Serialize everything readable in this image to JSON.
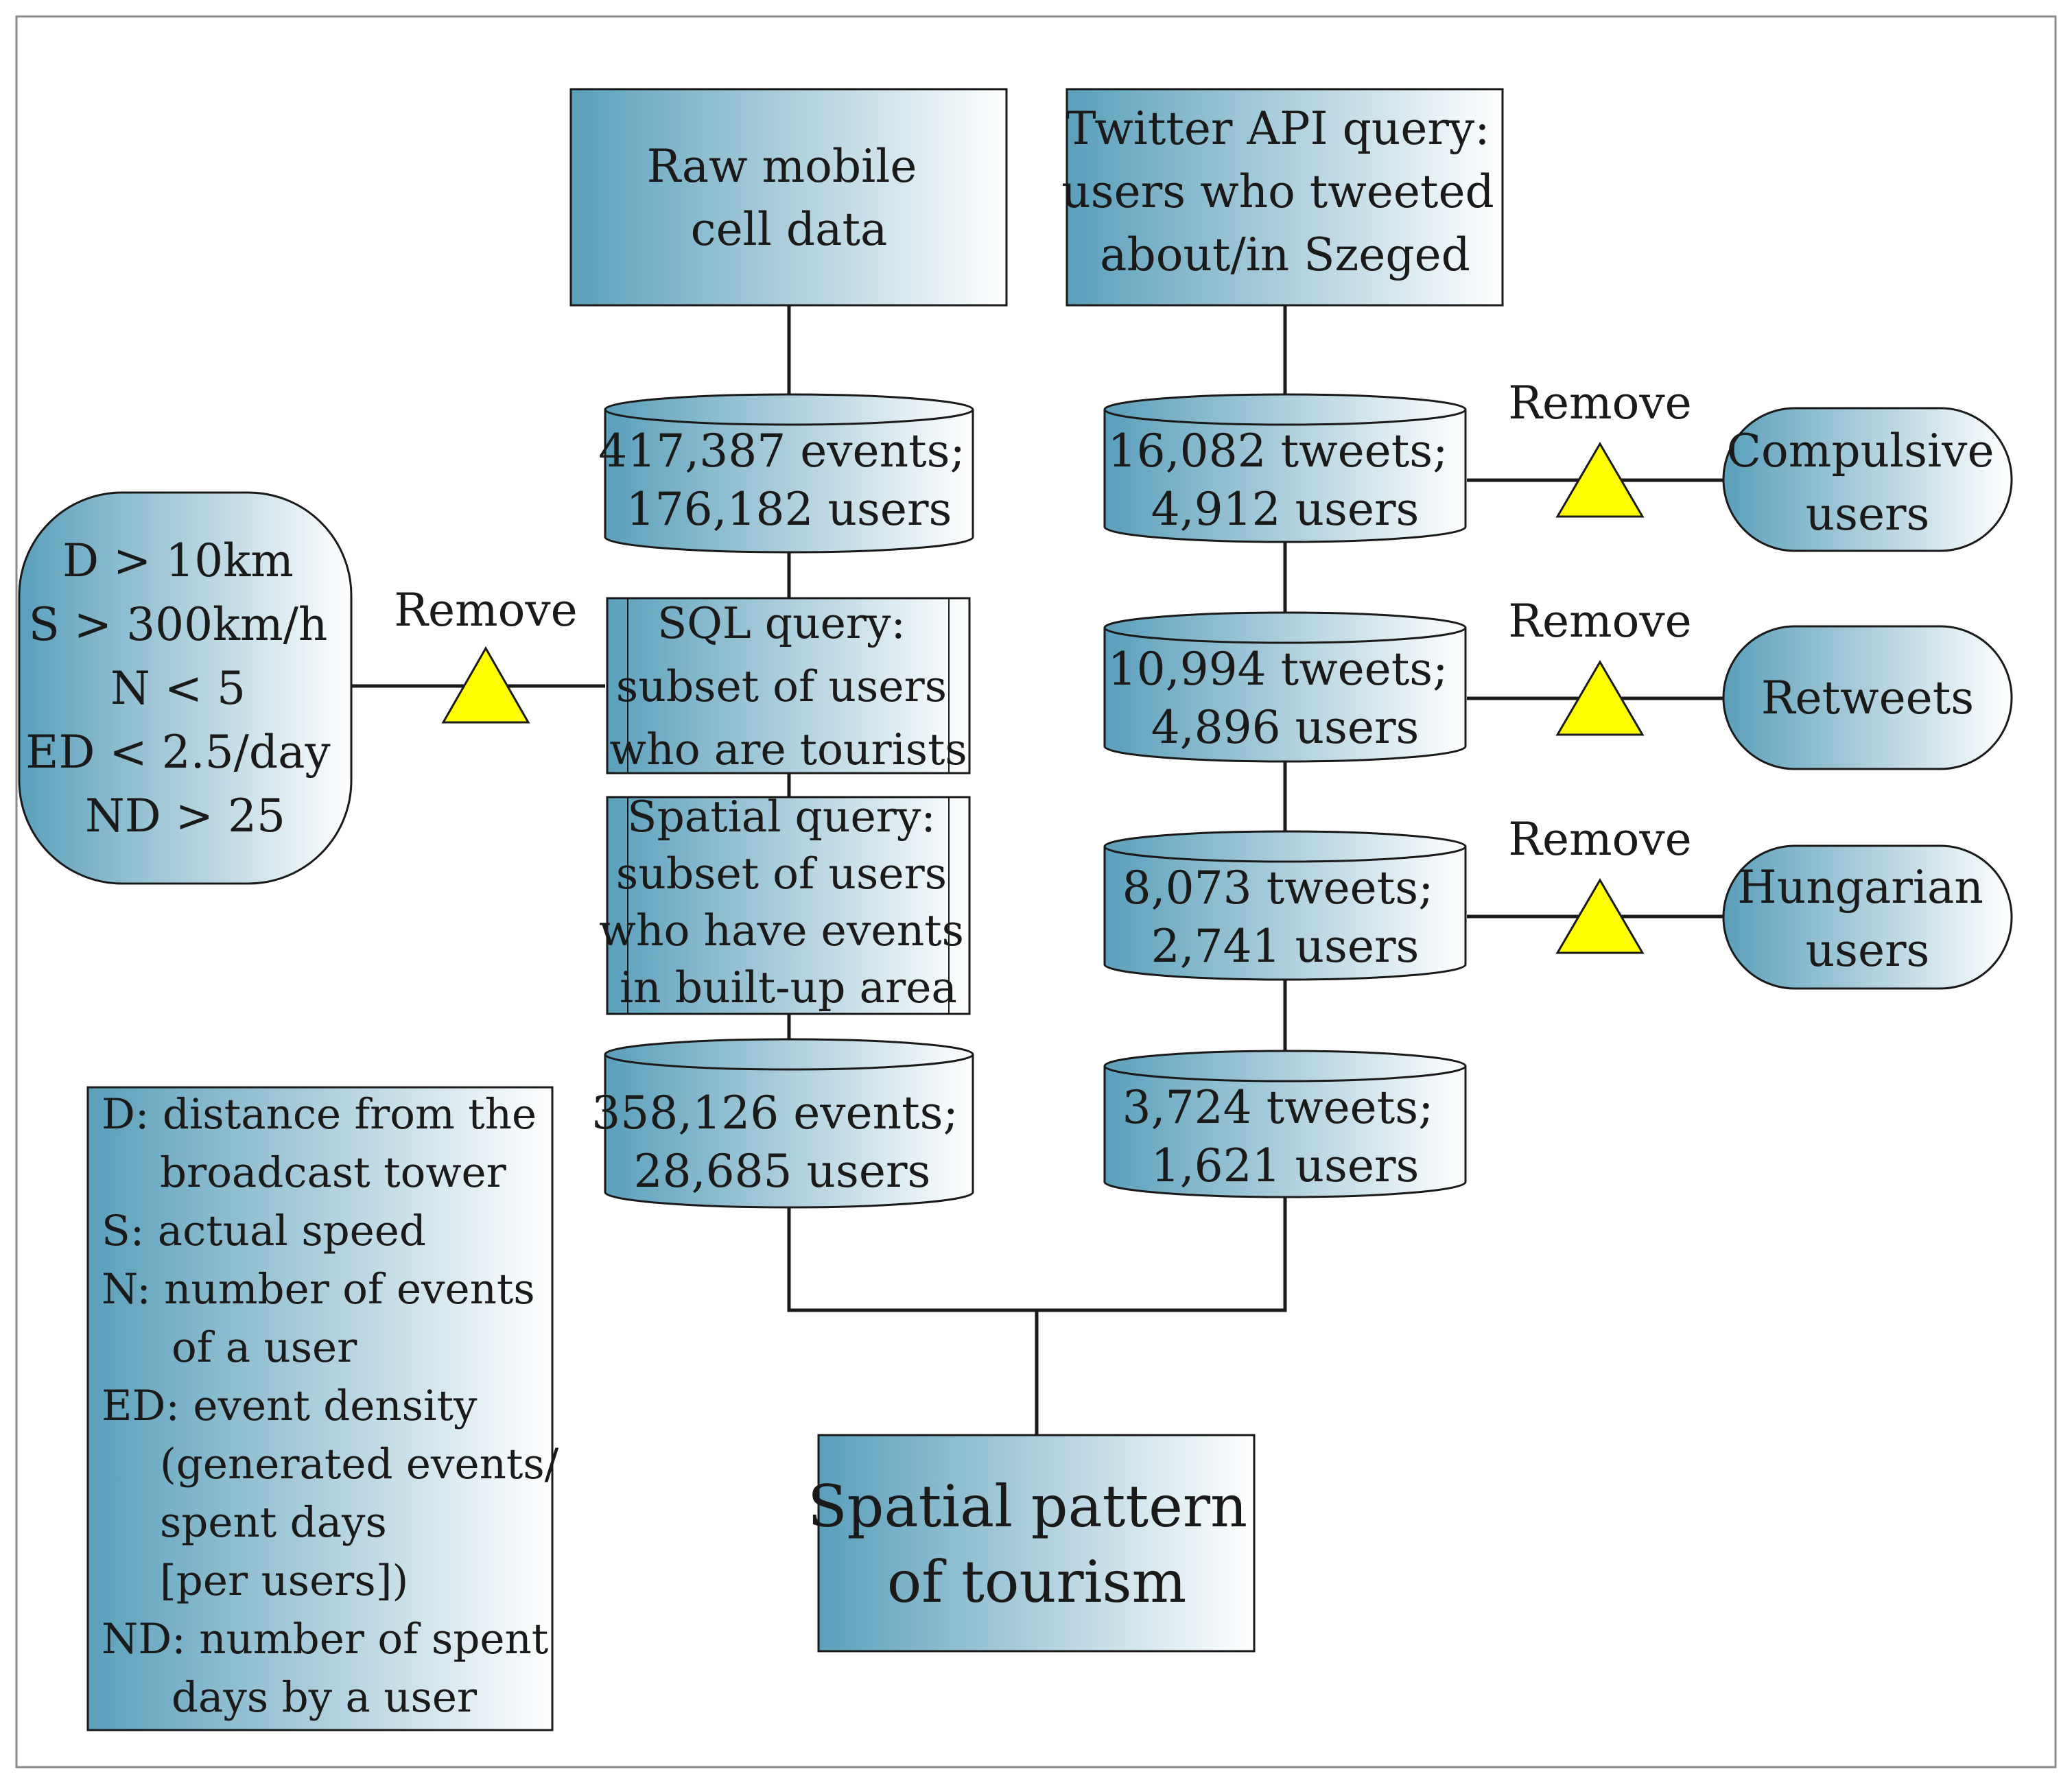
{
  "mobile": {
    "source": [
      "Raw mobile",
      "cell data"
    ],
    "db1": [
      "417,387 events;",
      "176,182 users"
    ],
    "sql_query": [
      "SQL query:",
      "subset of users",
      "who are tourists"
    ],
    "spatial_query": [
      "Spatial query:",
      "subset of users",
      "who have events",
      "in built-up area"
    ],
    "db2": [
      "358,126 events;",
      "28,685 users"
    ]
  },
  "twitter": {
    "source": [
      "Twitter API query:",
      "users who tweeted",
      "about/in Szeged"
    ],
    "db1": [
      "16,082 tweets;",
      "4,912 users"
    ],
    "db2": [
      "10,994 tweets;",
      "4,896 users"
    ],
    "db3": [
      "8,073 tweets;",
      "2,741 users"
    ],
    "db4": [
      "3,724 tweets;",
      "1,621 users"
    ]
  },
  "filters": {
    "remove_label": "Remove",
    "mobile_criteria": [
      "D > 10km",
      "S > 300km/h",
      "N < 5",
      "ED < 2.5/day",
      "ND > 25"
    ],
    "compulsive": [
      "Compulsive",
      "users"
    ],
    "retweets": [
      "Retweets"
    ],
    "hungarian": [
      "Hungarian",
      "users"
    ]
  },
  "result": [
    "Spatial pattern",
    "of tourism"
  ],
  "legend": [
    "D: distance from the",
    "broadcast tower",
    "S: actual speed",
    "N: number of events",
    "of a user",
    "ED: event density",
    "(generated events/",
    "spent days",
    "[per users])",
    "ND: number of spent",
    "days by a user"
  ],
  "colors": {
    "gradient_dark": "#5a9fbb",
    "gradient_light": "#ffffff",
    "triangle": "#ffff00",
    "stroke": "#1a1a1a"
  }
}
